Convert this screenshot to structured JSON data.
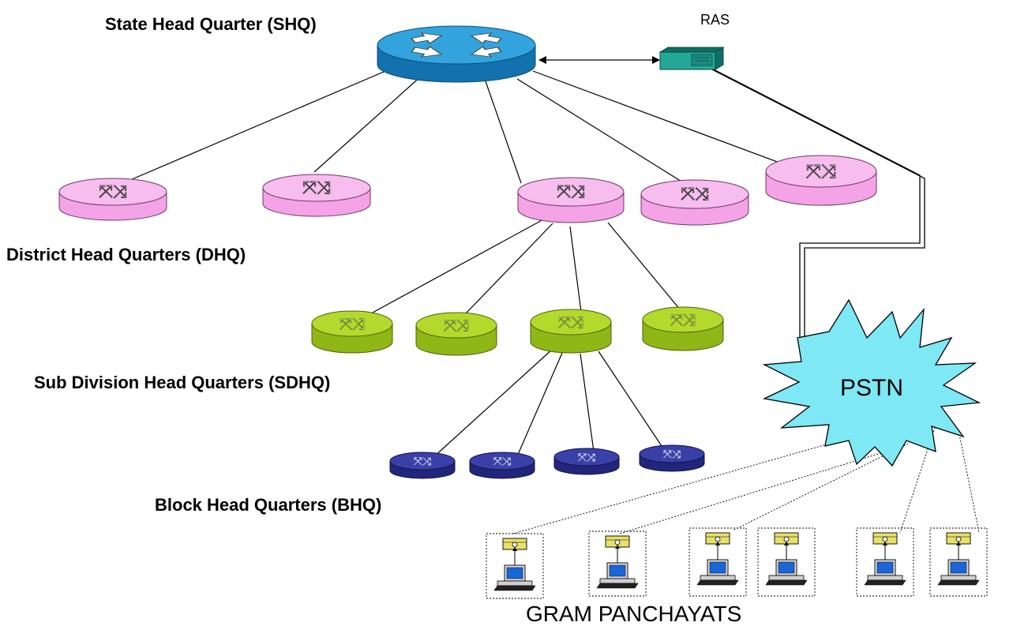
{
  "labels": {
    "shq": "State Head Quarter (SHQ)",
    "ras": "RAS",
    "dhq": "District Head Quarters (DHQ)",
    "sdhq": "Sub Division Head Quarters (SDHQ)",
    "bhq": "Block Head Quarters (BHQ)",
    "pstn": "PSTN",
    "gram": "GRAM PANCHAYATS"
  },
  "colors": {
    "shq": "#1a7db8",
    "dhq": "#f4a3e6",
    "sdhq": "#a6cc1c",
    "bhq": "#2a2f8f",
    "pstn": "#7ee8f4",
    "ras": "#1a9a8a"
  },
  "icons": [
    "router-icon",
    "ras-device-icon",
    "cloud-burst-icon",
    "computer-terminal-icon"
  ]
}
